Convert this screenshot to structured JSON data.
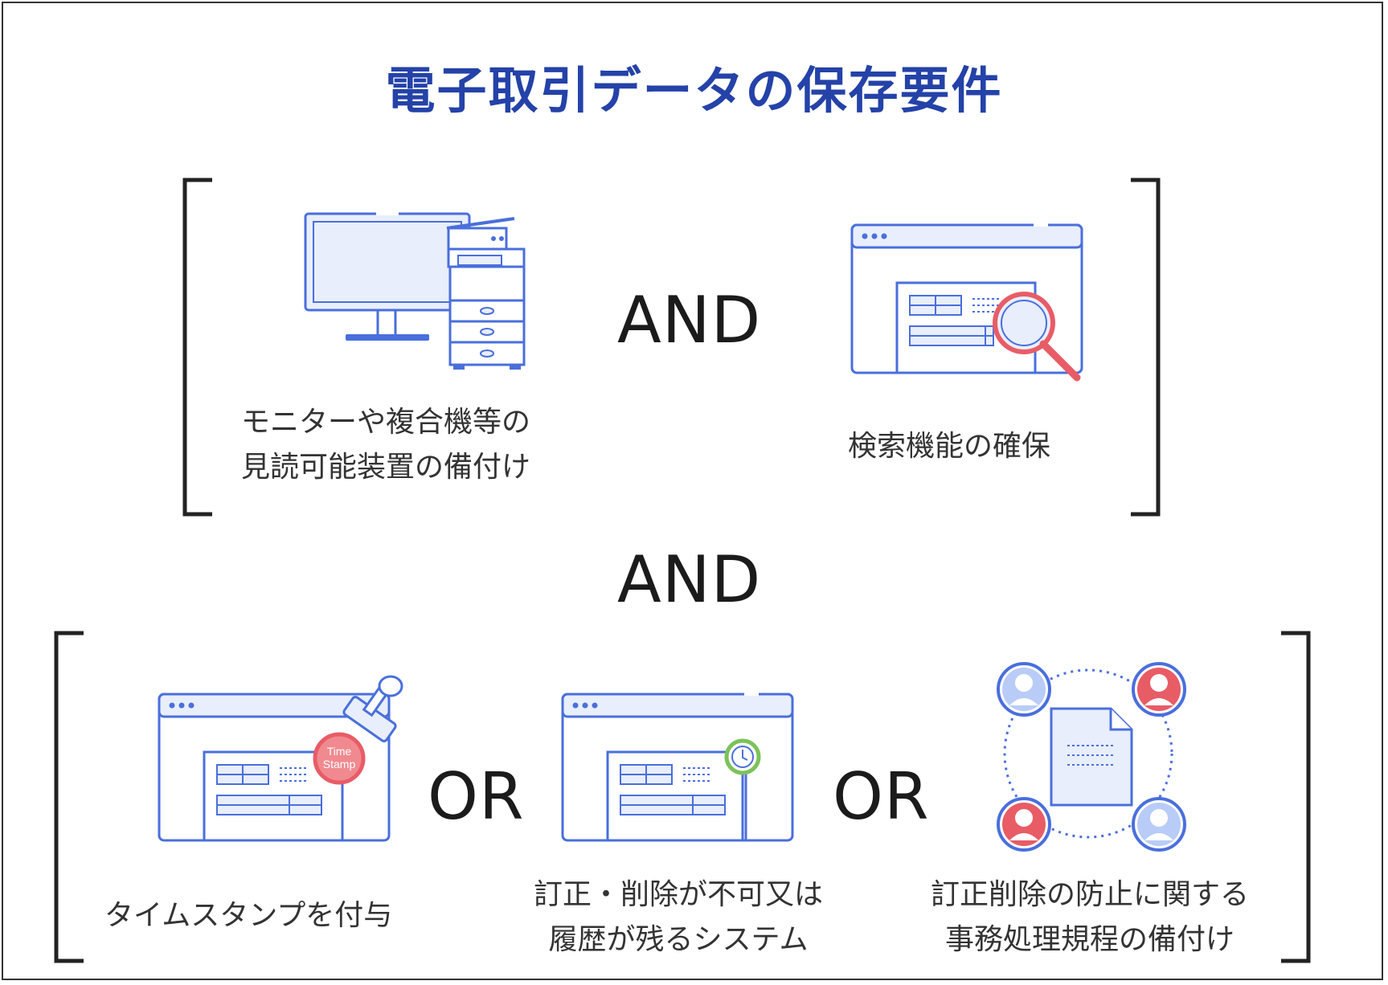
{
  "title": "電子取引データの保存要件",
  "operators": {
    "top_and": "AND",
    "middle_and": "AND",
    "or_1": "OR",
    "or_2": "OR"
  },
  "top_group": {
    "items": [
      {
        "icon": "monitor-and-multifunction-printer-icon",
        "label_line1": "モニターや複合機等の",
        "label_line2": "見読可能装置の備付け"
      },
      {
        "icon": "search-function-icon",
        "label_line1": "検索機能の確保"
      }
    ]
  },
  "bottom_group": {
    "items": [
      {
        "icon": "time-stamp-icon",
        "label_line1": "タイムスタンプを付与",
        "stamp_text_1": "Time",
        "stamp_text_2": "Stamp"
      },
      {
        "icon": "history-system-icon",
        "label_line1": "訂正・削除が不可又は",
        "label_line2": "履歴が残るシステム"
      },
      {
        "icon": "shared-rules-document-icon",
        "label_line1": "訂正削除の防止に関する",
        "label_line2": "事務処理規程の備付け"
      }
    ]
  },
  "colors": {
    "title": "#2442a8",
    "line": "#4a6fdc",
    "fill_light": "#e8eefc",
    "accent_red": "#e85c66",
    "accent_green": "#7cc25a"
  }
}
